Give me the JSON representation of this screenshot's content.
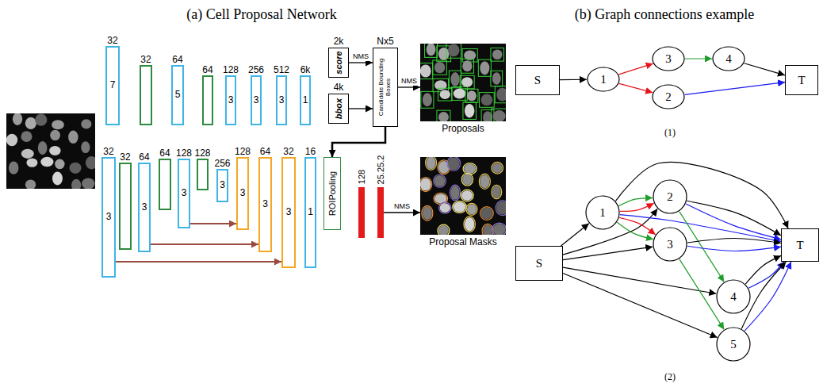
{
  "diagram": {
    "nodes": [
      {
        "text": [
          "32",
          "7"
        ]
      },
      {
        "text": [
          "32"
        ]
      },
      {
        "text": [
          "64",
          "5"
        ]
      },
      {
        "text": [
          "64"
        ]
      },
      {
        "text": [
          "128",
          "3"
        ]
      },
      {
        "text": [
          "256",
          "3"
        ]
      },
      {
        "text": [
          "512",
          "3"
        ]
      },
      {
        "text": [
          "6k",
          "1"
        ]
      },
      {
        "text": [
          "2k",
          "score"
        ]
      },
      {
        "text": [
          "4k",
          "bbox"
        ]
      },
      {
        "text": [
          "Nx5",
          "Candidate Bounding Boxes"
        ]
      },
      {
        "text": [
          "Proposals"
        ]
      },
      {
        "text": [
          "32",
          "3"
        ]
      },
      {
        "text": [
          "32"
        ]
      },
      {
        "text": [
          "64",
          "3"
        ]
      },
      {
        "text": [
          "64"
        ]
      },
      {
        "text": [
          "128",
          "3"
        ]
      },
      {
        "text": [
          "128"
        ]
      },
      {
        "text": [
          "256",
          "3"
        ]
      },
      {
        "text": [
          "128",
          "3"
        ]
      },
      {
        "text": [
          "64",
          "3"
        ]
      },
      {
        "text": [
          "32",
          "3"
        ]
      },
      {
        "text": [
          "16",
          "1"
        ]
      },
      {
        "text": [
          "ROIPooling"
        ]
      },
      {
        "text": [
          "128"
        ]
      },
      {
        "text": [
          "25.25.2"
        ]
      },
      {
        "text": [
          "Proposal Masks"
        ]
      },
      {
        "text": [
          "S"
        ]
      },
      {
        "text": [
          "1"
        ]
      },
      {
        "text": [
          "3"
        ]
      },
      {
        "text": [
          "4"
        ]
      },
      {
        "text": [
          "2"
        ]
      },
      {
        "text": [
          "T"
        ]
      },
      {
        "text": [
          "S"
        ]
      },
      {
        "text": [
          "1"
        ]
      },
      {
        "text": [
          "2"
        ]
      },
      {
        "text": [
          "3"
        ]
      },
      {
        "text": [
          "4"
        ]
      },
      {
        "text": [
          "5"
        ]
      },
      {
        "text": [
          "T"
        ]
      }
    ],
    "edges": [
      {
        "from": 8,
        "to": 10,
        "arrow": "to",
        "label": "NMS"
      },
      {
        "from": 9,
        "to": 10,
        "arrow": "to"
      },
      {
        "from": 10,
        "to": 11,
        "arrow": "to",
        "label": "NMS"
      },
      {
        "from": 10,
        "to": 23,
        "arrow": "to"
      },
      {
        "from": 25,
        "to": 26,
        "arrow": "to",
        "label": "NMS"
      },
      {
        "from": 16,
        "to": 19,
        "arrow": "to"
      },
      {
        "from": 14,
        "to": 20,
        "arrow": "to"
      },
      {
        "from": 12,
        "to": 21,
        "arrow": "to"
      },
      {
        "from": 27,
        "to": 28,
        "arrow": "to"
      },
      {
        "from": 28,
        "to": 29,
        "arrow": "to"
      },
      {
        "from": 28,
        "to": 31,
        "arrow": "to"
      },
      {
        "from": 29,
        "to": 30,
        "arrow": "to"
      },
      {
        "from": 30,
        "to": 32,
        "arrow": "to"
      },
      {
        "from": 31,
        "to": 32,
        "arrow": "to"
      },
      {
        "from": 33,
        "to": 34,
        "arrow": "to"
      },
      {
        "from": 33,
        "to": 35,
        "arrow": "to"
      },
      {
        "from": 33,
        "to": 36,
        "arrow": "to"
      },
      {
        "from": 33,
        "to": 37,
        "arrow": "to"
      },
      {
        "from": 33,
        "to": 38,
        "arrow": "to"
      },
      {
        "from": 34,
        "to": 35,
        "arrow": "to"
      },
      {
        "from": 34,
        "to": 35,
        "arrow": "to"
      },
      {
        "from": 34,
        "to": 36,
        "arrow": "to"
      },
      {
        "from": 34,
        "to": 36,
        "arrow": "to"
      },
      {
        "from": 34,
        "to": 39,
        "arrow": "to"
      },
      {
        "from": 34,
        "to": 39,
        "arrow": "to"
      },
      {
        "from": 35,
        "to": 39,
        "arrow": "to"
      },
      {
        "from": 35,
        "to": 39,
        "arrow": "to"
      },
      {
        "from": 35,
        "to": 37,
        "arrow": "to"
      },
      {
        "from": 36,
        "to": 39,
        "arrow": "to"
      },
      {
        "from": 36,
        "to": 39,
        "arrow": "to"
      },
      {
        "from": 36,
        "to": 38,
        "arrow": "to"
      },
      {
        "from": 37,
        "to": 39,
        "arrow": "to"
      },
      {
        "from": 37,
        "to": 39,
        "arrow": "to"
      },
      {
        "from": 38,
        "to": 39,
        "arrow": "to"
      },
      {
        "from": 38,
        "to": 39,
        "arrow": "to"
      }
    ],
    "labels": [
      "(a) Cell Proposal Network",
      "(b) Graph connections example",
      "(1)",
      "(2)"
    ]
  }
}
